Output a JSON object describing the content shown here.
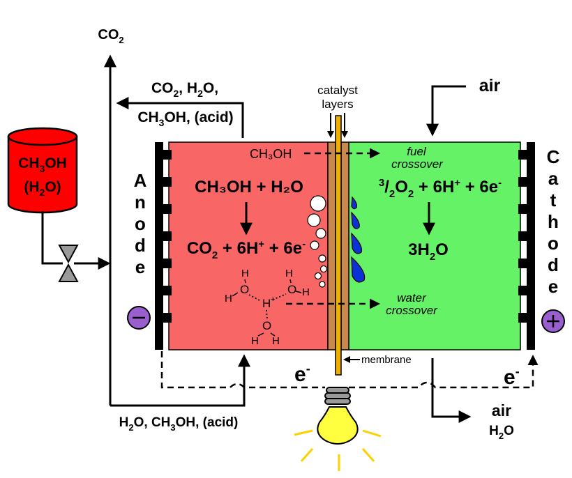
{
  "fuel_cell": {
    "anode_letters": [
      "A",
      "n",
      "o",
      "d",
      "e"
    ],
    "cathode_letters": [
      "C",
      "a",
      "t",
      "h",
      "o",
      "d",
      "e"
    ],
    "anode_sign": "−",
    "cathode_sign": "+"
  },
  "inputs": {
    "tank_line1_main": "CH",
    "tank_line1_sub": "3",
    "tank_line1_tail": "OH",
    "tank_line2_open": "(H",
    "tank_line2_sub": "2",
    "tank_line2_tail": "O)",
    "air_in": "air"
  },
  "outputs": {
    "co2_main": "CO",
    "co2_sub": "2",
    "anode_exhaust_line1": [
      "CO",
      "2",
      ", H",
      "2",
      "O,"
    ],
    "anode_exhaust_line2": [
      "CH",
      "3",
      "OH, (acid)"
    ],
    "anode_feed_bottom": [
      "H",
      "2",
      "O, CH",
      "3",
      "OH, (acid)"
    ],
    "cathode_exhaust_air": "air",
    "cathode_exhaust_h2o_main": "H",
    "cathode_exhaust_h2o_sub": "2",
    "cathode_exhaust_h2o_tail": "O"
  },
  "labels": {
    "catalyst_line1": "catalyst",
    "catalyst_line2": "layers",
    "membrane": "membrane",
    "fuel_crossover_line1": "fuel",
    "fuel_crossover_line2": "crossover",
    "water_crossover_line1": "water",
    "water_crossover_line2": "crossover",
    "methanol_small": "CH₃OH",
    "electron_left": "e",
    "electron_right": "e",
    "electron_sup": "-"
  },
  "reactions": {
    "anode_reactant": "CH₃OH + H₂O",
    "anode_product_parts": [
      "CO",
      "2",
      " + 6H",
      "+",
      " + 6e",
      "-"
    ],
    "cathode_reactant_parts": [
      "3",
      "/",
      "2",
      "O",
      "2",
      " + 6H",
      "+",
      " + 6e",
      "-"
    ],
    "cathode_product_parts": [
      "3H",
      "2",
      "O"
    ]
  },
  "hydronium": {
    "center": "H",
    "center_charge": "+",
    "oxygen": "O",
    "hydrogen": "H"
  },
  "colors": {
    "anode": "#f86666",
    "cathode": "#66f266",
    "tank": "#ff0000",
    "catalyst": "#c8884e",
    "membrane": "#f0b000",
    "water_drop": "#0a33d6",
    "bulb": "#ffff40",
    "terminal": "#9a5fcf"
  }
}
